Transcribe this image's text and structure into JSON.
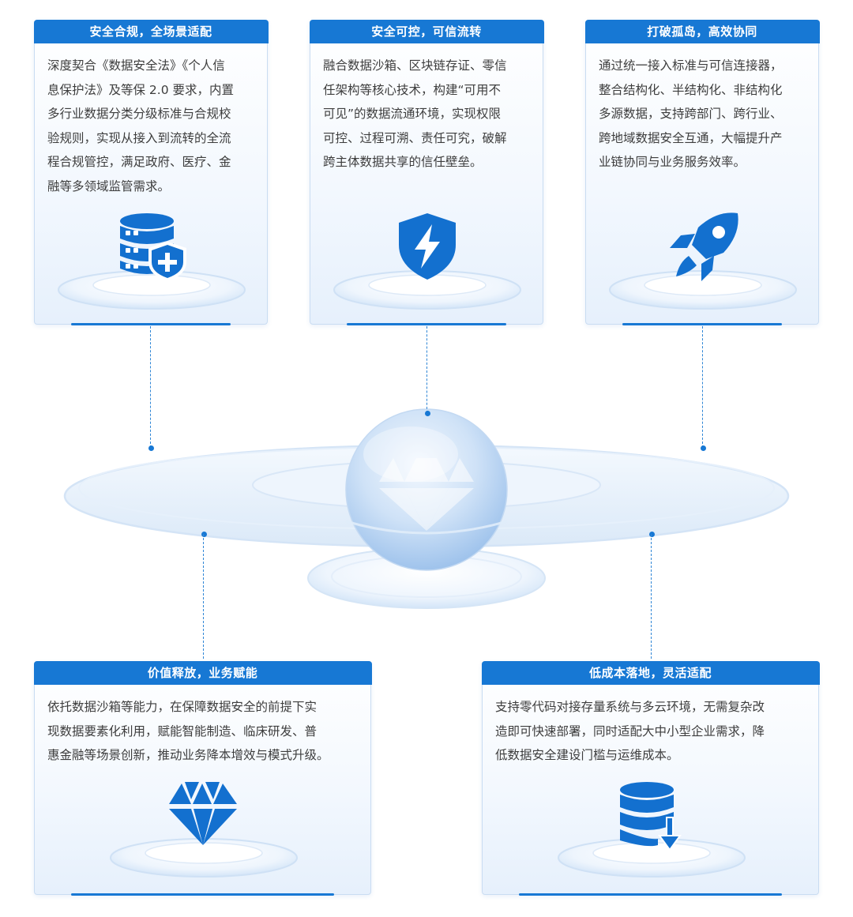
{
  "colors": {
    "primary": "#1778d4",
    "icon_blue": "#1370cf",
    "card_border": "#c9dcf2",
    "body_text": "#3d3d3d"
  },
  "cards": [
    {
      "title": "安全合规，全场景适配",
      "lines": [
        "深度契合《数据安全法》《个人信",
        "息保护法》及等保 2.0 要求，内置",
        "多行业数据分类分级标准与合规校",
        "验规则，实现从接入到流转的全流",
        "程合规管控，满足政府、医疗、金",
        "融等多领域监管需求。"
      ],
      "icon": "database-shield-icon"
    },
    {
      "title": "安全可控，可信流转",
      "lines": [
        "融合数据沙箱、区块链存证、零信",
        "任架构等核心技术，构建“可用不",
        "可见”的数据流通环境，实现权限",
        "可控、过程可溯、责任可究，破解",
        "跨主体数据共享的信任壁垒。"
      ],
      "icon": "shield-lightning-icon"
    },
    {
      "title": "打破孤岛，高效协同",
      "lines": [
        "通过统一接入标准与可信连接器，",
        "整合结构化、半结构化、非结构化",
        "多源数据，支持跨部门、跨行业、",
        "跨地域数据安全互通，大幅提升产",
        "业链协同与业务服务效率。"
      ],
      "icon": "rocket-icon"
    },
    {
      "title": "价值释放，业务赋能",
      "lines": [
        "依托数据沙箱等能力，在保障数据安全的前提下实",
        "现数据要素化利用，赋能智能制造、临床研发、普",
        "惠金融等场景创新，推动业务降本增效与模式升级。"
      ],
      "icon": "diamond-icon"
    },
    {
      "title": "低成本落地，灵活适配",
      "lines": [
        "支持零代码对接存量系统与多云环境，无需复杂改",
        "造即可快速部署，同时适配大中小型企业需求，降",
        "低数据安全建设门槛与运维成本。"
      ],
      "icon": "database-download-icon"
    }
  ]
}
